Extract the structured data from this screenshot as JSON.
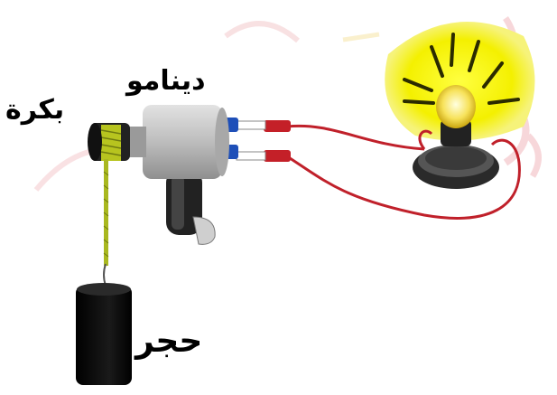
{
  "labels": {
    "pulley": "بكرة",
    "dynamo": "دينامو",
    "stone": "حجر"
  },
  "colors": {
    "bulb_glow": "#f4f000",
    "wire": "#c0202a",
    "dynamo_body": "#b9b9b9",
    "stone": "#0d0d0d",
    "rope": "#a9b820",
    "watermark": "#f2b8bc"
  }
}
